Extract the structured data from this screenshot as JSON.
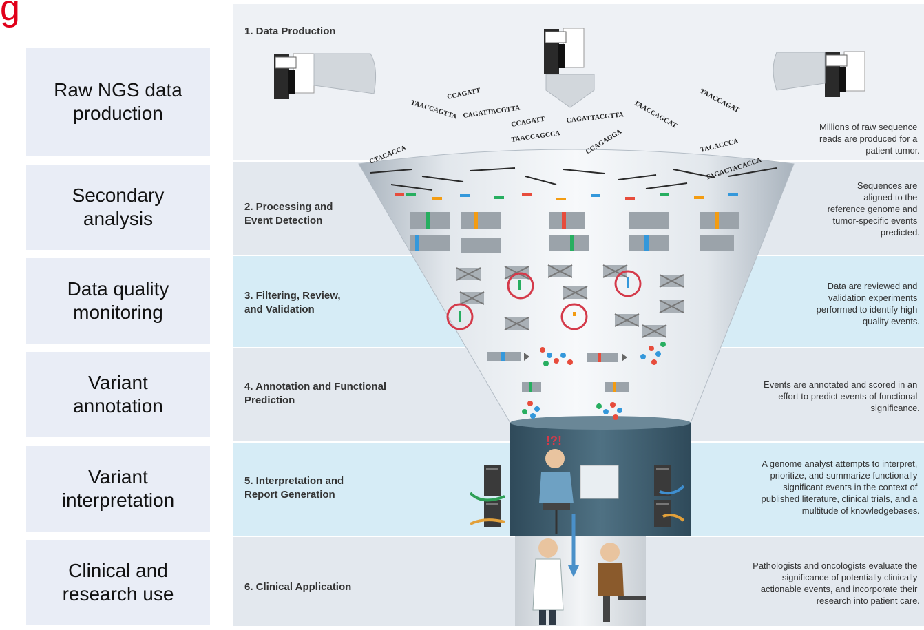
{
  "title_fragment": "g",
  "steps": [
    {
      "label": "Raw NGS data\nproduction"
    },
    {
      "label": "Secondary\nanalysis"
    },
    {
      "label": "Data quality\nmonitoring"
    },
    {
      "label": "Variant\nannotation"
    },
    {
      "label": "Variant\ninterpretation"
    },
    {
      "label": "Clinical and\nresearch use"
    }
  ],
  "figure": {
    "bands": [
      {
        "title": [
          "1. Data Production"
        ],
        "description": [
          "Millions of raw sequence",
          "reads are produced for a",
          "patient tumor."
        ]
      },
      {
        "title": [
          "2. Processing and",
          "Event Detection"
        ],
        "description": [
          "Sequences are",
          "aligned to the",
          "reference genome and",
          "tumor-specific events",
          "predicted."
        ]
      },
      {
        "title": [
          "3. Filtering, Review,",
          "and Validation"
        ],
        "description": [
          "Data are reviewed and",
          "validation experiments",
          "performed to identify high",
          "quality events."
        ]
      },
      {
        "title": [
          "4. Annotation and Functional",
          "Prediction"
        ],
        "description": [
          "Events are annotated and scored in an",
          "effort to predict events of functional",
          "significance."
        ]
      },
      {
        "title": [
          "5. Interpretation and",
          "Report Generation"
        ],
        "description": [
          "A genome analyst attempts to interpret,",
          "prioritize, and summarize functionally",
          "significant events in the context of",
          "published literature, clinical trials, and a",
          "multitude of knowledgebases."
        ]
      },
      {
        "title": [
          "6. Clinical Application"
        ],
        "description": [
          "Pathologists and oncologists evaluate the",
          "significance of potentially clinically",
          "actionable events, and incorporate their",
          "research into patient care."
        ]
      }
    ],
    "sequence_reads": [
      "CCAGATT",
      "TAACCAGTTA",
      "CAGATTACGTTA",
      "CCAGATT",
      "CAGATTACGTTA",
      "TAACCAGCCA",
      "TAACCAGCAT",
      "CTACACCA",
      "TACACCCA",
      "TAACCAGAT",
      "CCAGAGGA",
      "TAGACTACACCA"
    ],
    "interpretation_symbol": "!?!",
    "colors": {
      "accent": "#e1001a",
      "step_box": "#e9edf6",
      "band_light": "#e8edf3",
      "band_blue": "#d6ecf6",
      "circle_highlight": "#d43a4a"
    }
  }
}
